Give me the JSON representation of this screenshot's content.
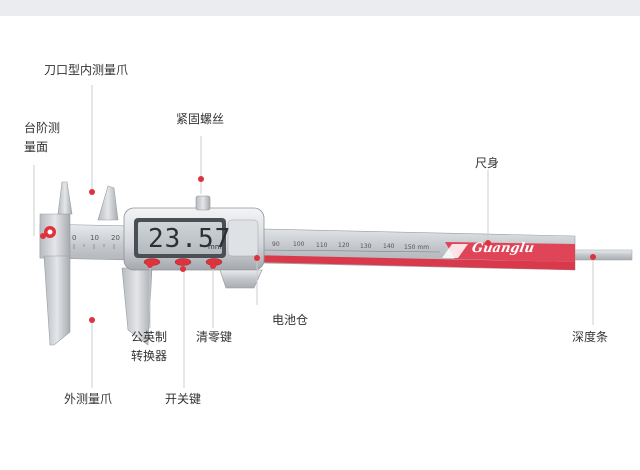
{
  "brand": {
    "logo_text": "Guanglu"
  },
  "labels": {
    "inside_jaws": "刀口型内测量爪",
    "step_face_1": "台阶测",
    "step_face_2": "量面",
    "locking_screw": "紧固螺丝",
    "main_beam": "尺身",
    "metric_inch_1": "公英制",
    "metric_inch_2": "转换器",
    "zero_button": "清零键",
    "battery": "电池仓",
    "depth_rod": "深度条",
    "outside_jaws": "外测量爪",
    "power_button": "开关键"
  },
  "display": {
    "reading": "23.57",
    "unit": "mm"
  },
  "scale": {
    "jaw_ticks": [
      "0",
      "10",
      "20"
    ],
    "beam_ticks": [
      "90",
      "100",
      "110",
      "120",
      "130",
      "140",
      "150 mm"
    ]
  },
  "colors": {
    "accent_red": "#e0323c",
    "stripe_red": "#d9394a",
    "steel": "#c3c7cc",
    "lcd": "#bfc6c8"
  }
}
